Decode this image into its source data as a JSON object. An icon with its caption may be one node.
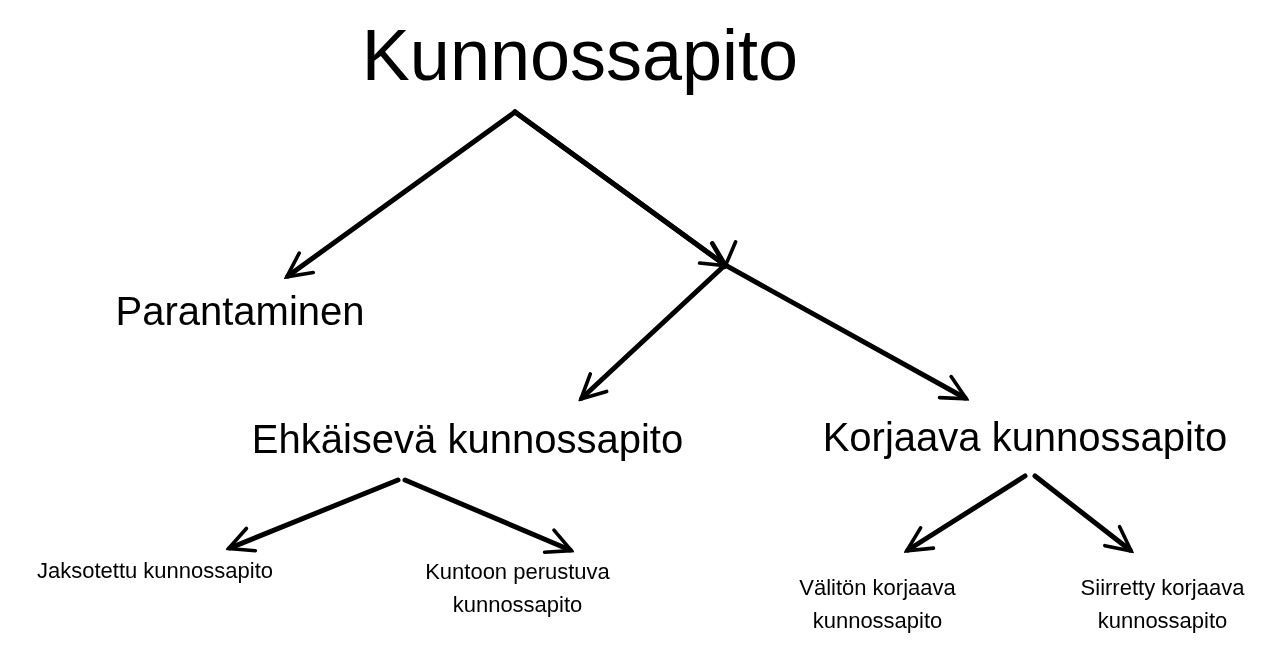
{
  "diagram": {
    "nodes": [
      {
        "text": [
          "Kunnossapito"
        ]
      },
      {
        "text": [
          "Parantaminen"
        ]
      },
      {
        "text": [
          "Ehkäisevä kunnossapito"
        ]
      },
      {
        "text": [
          "Korjaava kunnossapito"
        ]
      },
      {
        "text": [
          "Jaksotettu kunnossapito"
        ]
      },
      {
        "text": [
          "Kuntoon perustuva kunnossapito"
        ]
      },
      {
        "text": [
          "Välitön korjaava kunnossapito"
        ]
      },
      {
        "text": [
          "Siirretty korjaava kunnossapito"
        ]
      }
    ],
    "edges": [
      {
        "from": 0,
        "to": 1,
        "arrow": "to"
      },
      {
        "from": 0,
        "to": 2,
        "arrow": "to"
      },
      {
        "from": 0,
        "to": 3,
        "arrow": "to"
      },
      {
        "from": 2,
        "to": 4,
        "arrow": "to"
      },
      {
        "from": 2,
        "to": 5,
        "arrow": "to"
      },
      {
        "from": 3,
        "to": 6,
        "arrow": "to"
      },
      {
        "from": 3,
        "to": 7,
        "arrow": "to"
      }
    ]
  }
}
